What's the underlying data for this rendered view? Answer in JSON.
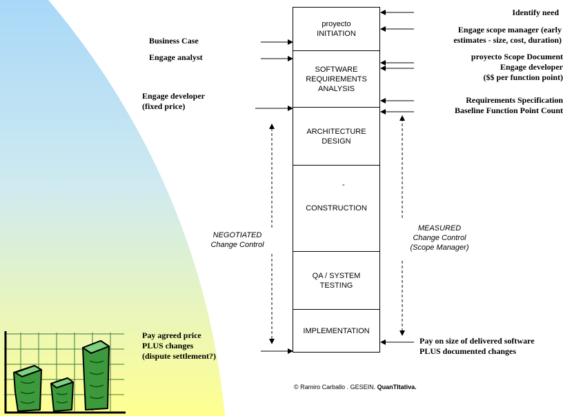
{
  "stages": [
    {
      "line1": "proyecto",
      "line2": "INITIATION",
      "line3": ""
    },
    {
      "line1": "SOFTWARE",
      "line2": "REQUIREMENTS",
      "line3": "ANALYSIS"
    },
    {
      "line1": "ARCHITECTURE",
      "line2": "DESIGN",
      "line3": ""
    },
    {
      "line1": "CONSTRUCTION",
      "line2": "",
      "line3": ""
    },
    {
      "line1": "QA / SYSTEM",
      "line2": "TESTING",
      "line3": ""
    },
    {
      "line1": "IMPLEMENTATION",
      "line2": "",
      "line3": ""
    }
  ],
  "construction_mark": "-",
  "left_labels": {
    "business_case": "Business Case",
    "engage_analyst": "Engage analyst",
    "engage_developer_1": "Engage developer",
    "engage_developer_2": "(fixed price)",
    "pay_1": "Pay agreed price",
    "pay_2": "PLUS changes",
    "pay_3": "(dispute settlement?)"
  },
  "right_labels": {
    "identify_need": "Identify need",
    "engage_scope_1": "Engage scope manager (early",
    "engage_scope_2": "estimates - size, cost, duration)",
    "scope_doc": "proyecto Scope Document",
    "engage_dev": "Engage developer",
    "per_fp": "($$ per function point)",
    "req_spec": "Requirements Specification",
    "baseline": "Baseline Function Point Count",
    "pay_size_1": "Pay on size of delivered software",
    "pay_size_2": "PLUS documented changes"
  },
  "controls": {
    "negotiated_1": "NEGOTIATED",
    "negotiated_2": "Change Control",
    "measured_1": "MEASURED",
    "measured_2": "Change Control",
    "measured_3": "(Scope Manager)"
  },
  "copyright": {
    "text": "© Ramiro Carballo . GESEIN. ",
    "bold": "QuanTItativa."
  },
  "colors": {
    "gradient_top": "#a8d8f8",
    "gradient_bottom": "#ffff90",
    "chart_green": "#2e8b2e"
  }
}
